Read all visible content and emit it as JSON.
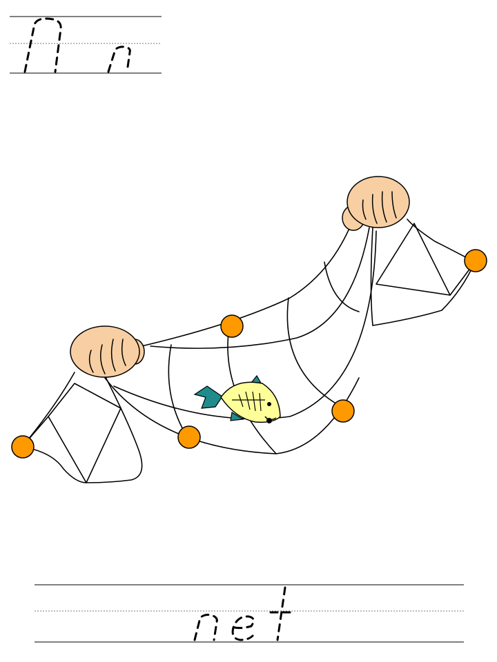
{
  "letters": {
    "uppercase": "N",
    "lowercase": "n"
  },
  "word": "net",
  "colors": {
    "float": "#ff9900",
    "skin": "#f7cfa3",
    "fish_body": "#ffff99",
    "fish_fins": "#1f8c8c"
  }
}
